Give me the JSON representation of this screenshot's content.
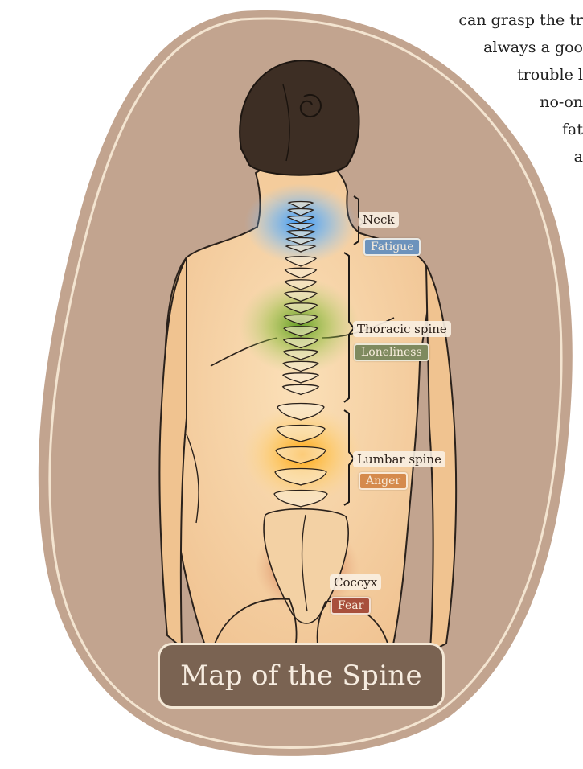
{
  "background_text": {
    "lines": [
      "can grasp the tr",
      "always a goo",
      "trouble l",
      "no-on",
      "fat",
      "a"
    ]
  },
  "title": "Map of the Spine",
  "regions": [
    {
      "label": "Neck",
      "emotion": "Fatigue",
      "color": "#6d93bc"
    },
    {
      "label": "Thoracic spine",
      "emotion": "Loneliness",
      "color": "#7f8a5f"
    },
    {
      "label": "Lumbar spine",
      "emotion": "Anger",
      "color": "#d58a4c"
    },
    {
      "label": "Coccyx",
      "emotion": "Fear",
      "color": "#a8503c"
    }
  ],
  "colors": {
    "frame": "#c2a48f",
    "skin": "#f6d3a8",
    "hair": "#3d2e24",
    "plaque": "#7a6352",
    "neck_glow": "#3fa0ff",
    "thoracic_glow": "#6aa02a",
    "lumbar_glow": "#ffaa1a",
    "coccyx_glow": "#b4381c"
  }
}
